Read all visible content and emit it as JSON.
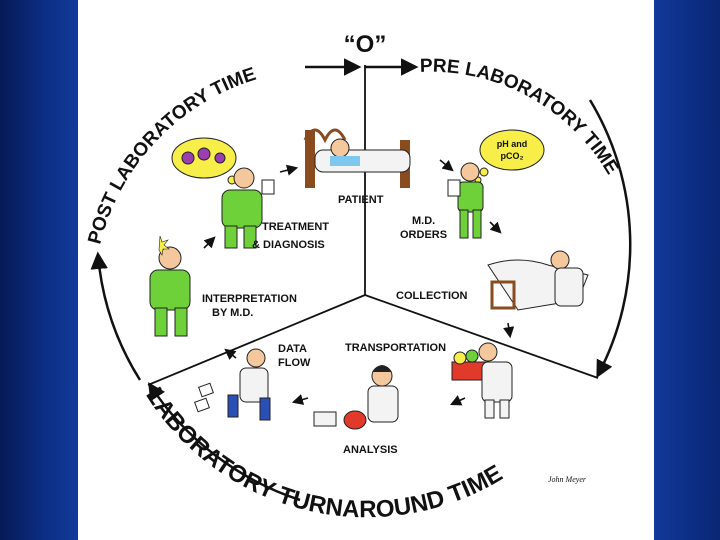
{
  "diagram": {
    "zero_label": "“O”",
    "arc_pre": "PRE LABORATORY TIME",
    "arc_post": "POST LABORATORY TIME",
    "arc_bottom": "LABORATORY TURNAROUND TIME",
    "steps": {
      "patient": "PATIENT",
      "md_orders_1": "M.D.",
      "md_orders_2": "ORDERS",
      "collection": "COLLECTION",
      "transportation": "TRANSPORTATION",
      "analysis": "ANALYSIS",
      "data_flow_1": "DATA",
      "data_flow_2": "FLOW",
      "interpretation_1": "INTERPRETATION",
      "interpretation_2": "BY M.D.",
      "treatment_1": "TREATMENT",
      "treatment_2": "& DIAGNOSIS"
    },
    "bubble_right_1": "pH and",
    "bubble_right_2": "pCO₂",
    "signature": "John Meyer",
    "colors": {
      "background_blue": "#0b2a78",
      "figure_green": "#6fd13a",
      "bubble_yellow": "#f7ee4a",
      "ink": "#111111"
    }
  }
}
